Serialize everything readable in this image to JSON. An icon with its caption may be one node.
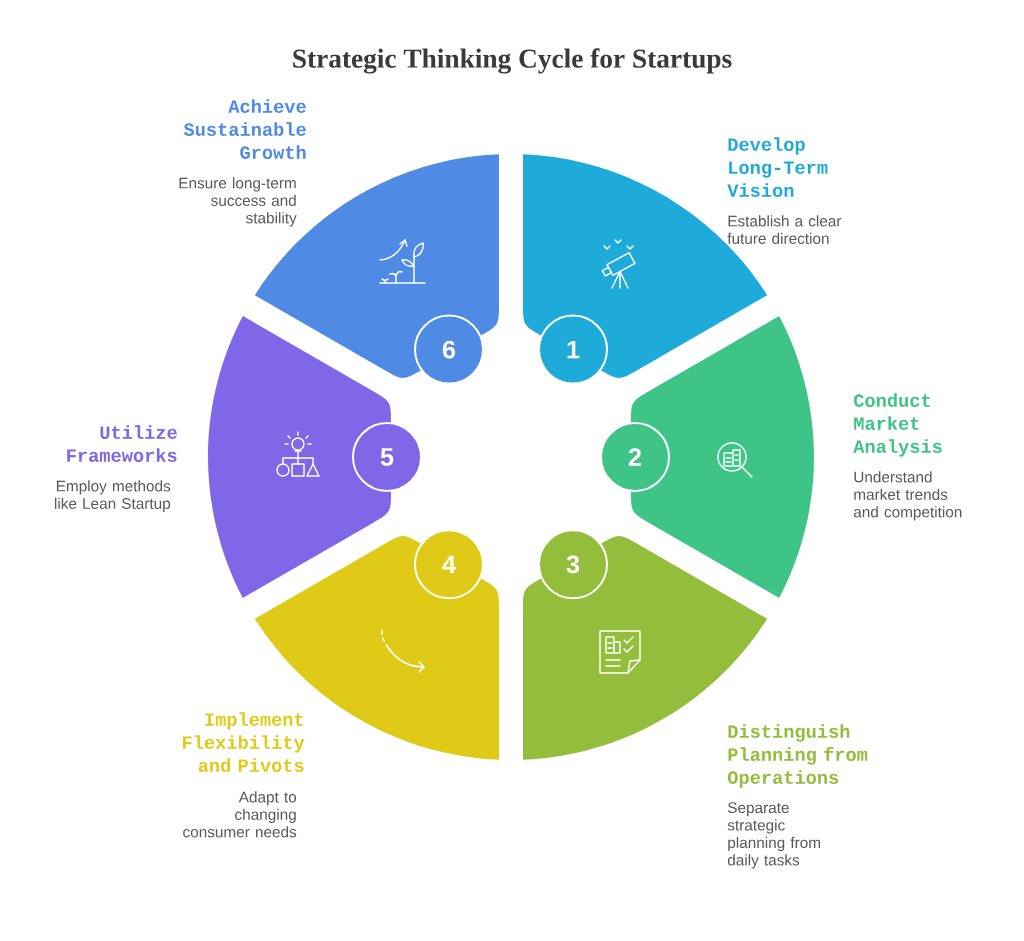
{
  "diagram": {
    "title": "Strategic Thinking Cycle for Startups",
    "nodes": [
      {
        "text": [
          "Develop Long-Term Vision",
          "Establish a clear future direction"
        ]
      },
      {
        "text": [
          "1"
        ]
      },
      {
        "text": [
          "Conduct Market Analysis",
          "Understand market trends and competition"
        ]
      },
      {
        "text": [
          "2"
        ]
      },
      {
        "text": [
          "Distinguish Planning from Operations",
          "Separate strategic planning from daily tasks"
        ]
      },
      {
        "text": [
          "3"
        ]
      },
      {
        "text": [
          "Implement Flexibility and Pivots",
          "Adapt to changing consumer needs"
        ]
      },
      {
        "text": [
          "4"
        ]
      },
      {
        "text": [
          "Utilize Frameworks",
          "Employ methods like Lean Startup"
        ]
      },
      {
        "text": [
          "5"
        ]
      },
      {
        "text": [
          "Achieve Sustainable Growth",
          "Ensure long-term success and stability"
        ]
      },
      {
        "text": [
          "6"
        ]
      }
    ]
  }
}
